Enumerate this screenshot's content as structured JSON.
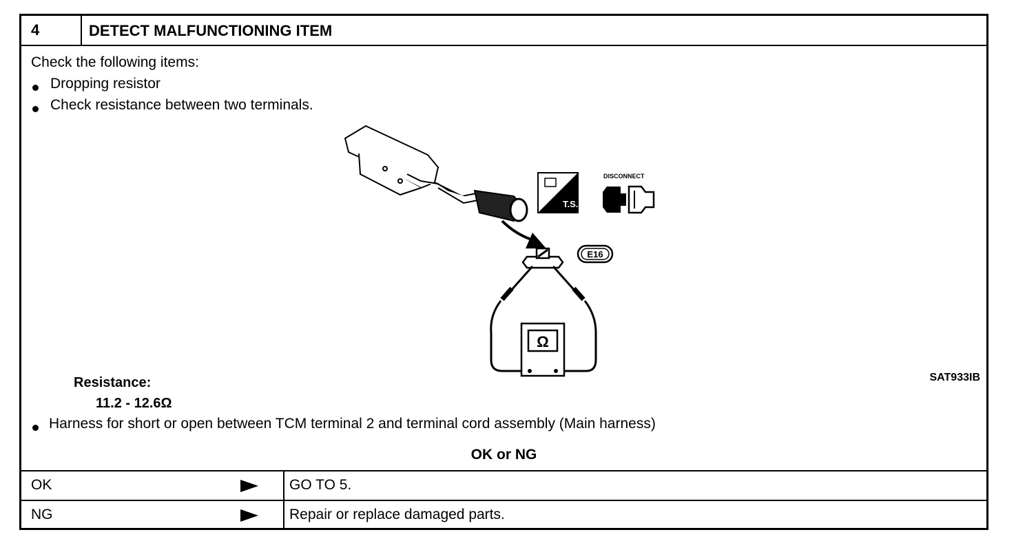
{
  "step": {
    "number": "4",
    "title": "DETECT MALFUNCTIONING ITEM"
  },
  "body": {
    "intro": "Check the following items:",
    "items": [
      "Dropping resistor",
      "Check resistance between two terminals."
    ],
    "figure": {
      "ts_label": "T.S.",
      "disconnect_label": "DISCONNECT",
      "connector_label": "E16",
      "meter_symbol": "Ω",
      "figure_id": "SAT933IB"
    },
    "spec_label": "Resistance:",
    "spec_value": "11.2 - 12.6Ω",
    "item3": "Harness for short or open between TCM terminal 2 and terminal cord assembly (Main harness)",
    "result_header": "OK or NG"
  },
  "results": [
    {
      "key": "OK",
      "value": "GO TO 5."
    },
    {
      "key": "NG",
      "value": "Repair or replace damaged parts."
    }
  ]
}
